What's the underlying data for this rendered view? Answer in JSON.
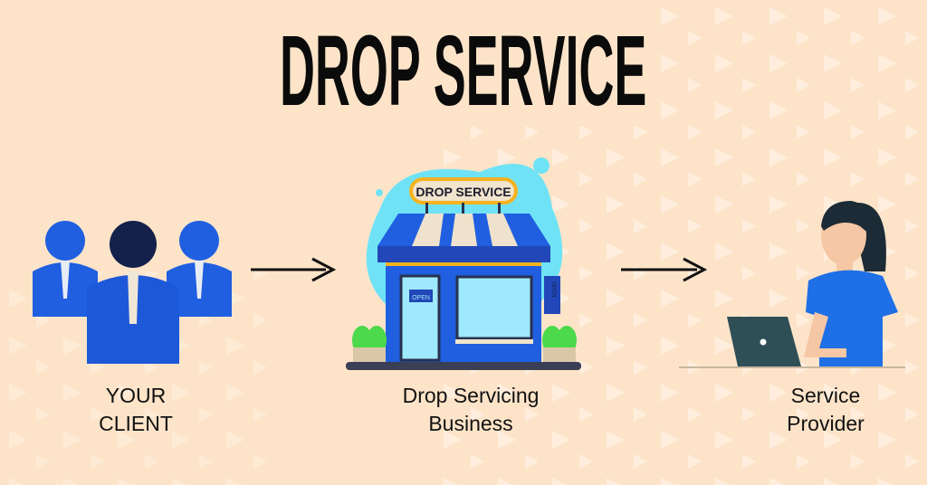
{
  "title": "DROP SERVICE",
  "colors": {
    "background": "#fde4c9",
    "accent_blue": "#1f5fe0",
    "dark_navy": "#14214a",
    "blob": "#6fe3f5"
  },
  "nodes": [
    {
      "id": "client",
      "label_line1": "YOUR",
      "label_line2": "CLIENT",
      "icon": "client-group-icon"
    },
    {
      "id": "business",
      "label_line1": "Drop Servicing",
      "label_line2": "Business",
      "icon": "storefront-icon",
      "sign_text": "DROP SERVICE",
      "door_sign": "OPEN",
      "side_sign": "OPEN"
    },
    {
      "id": "provider",
      "label_line1": "Service",
      "label_line2": "Provider",
      "icon": "woman-laptop-icon"
    }
  ],
  "arrows": [
    "client-to-business",
    "business-to-provider"
  ]
}
